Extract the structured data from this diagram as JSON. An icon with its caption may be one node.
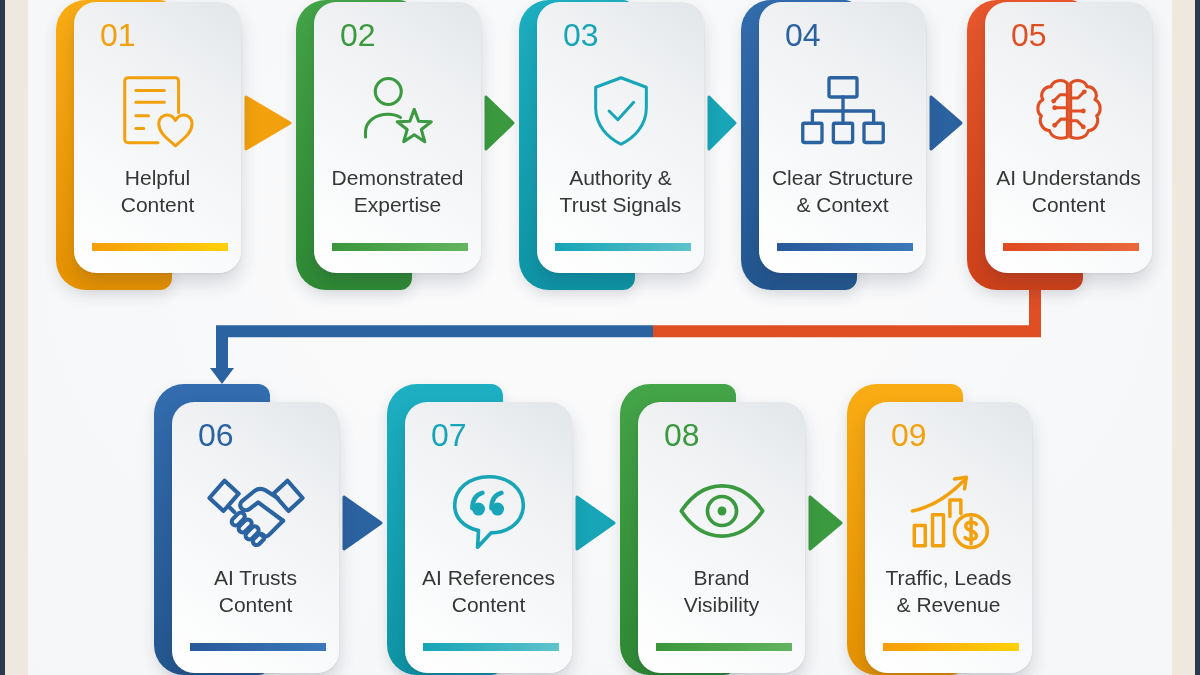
{
  "diagram": {
    "nodes": [
      {
        "text": [
          "01",
          "Helpful Content"
        ]
      },
      {
        "text": [
          "02",
          "Demonstrated Expertise"
        ]
      },
      {
        "text": [
          "03",
          "Authority & Trust Signals"
        ]
      },
      {
        "text": [
          "04",
          "Clear Structure & Context"
        ]
      },
      {
        "text": [
          "05",
          "AI Understands Content"
        ]
      },
      {
        "text": [
          "06",
          "AI Trusts Content"
        ]
      },
      {
        "text": [
          "07",
          "AI References Content"
        ]
      },
      {
        "text": [
          "08",
          "Brand Visibility"
        ]
      },
      {
        "text": [
          "09",
          "Traffic, Leads & Revenue"
        ]
      }
    ],
    "edges": [
      {
        "from": 0,
        "to": 1,
        "arrow": "to"
      },
      {
        "from": 1,
        "to": 2,
        "arrow": "to"
      },
      {
        "from": 2,
        "to": 3,
        "arrow": "to"
      },
      {
        "from": 3,
        "to": 4,
        "arrow": "to"
      },
      {
        "from": 4,
        "to": 5,
        "arrow": "to"
      },
      {
        "from": 5,
        "to": 6,
        "arrow": "to"
      },
      {
        "from": 6,
        "to": 7,
        "arrow": "to"
      },
      {
        "from": 7,
        "to": 8,
        "arrow": "to"
      }
    ]
  }
}
